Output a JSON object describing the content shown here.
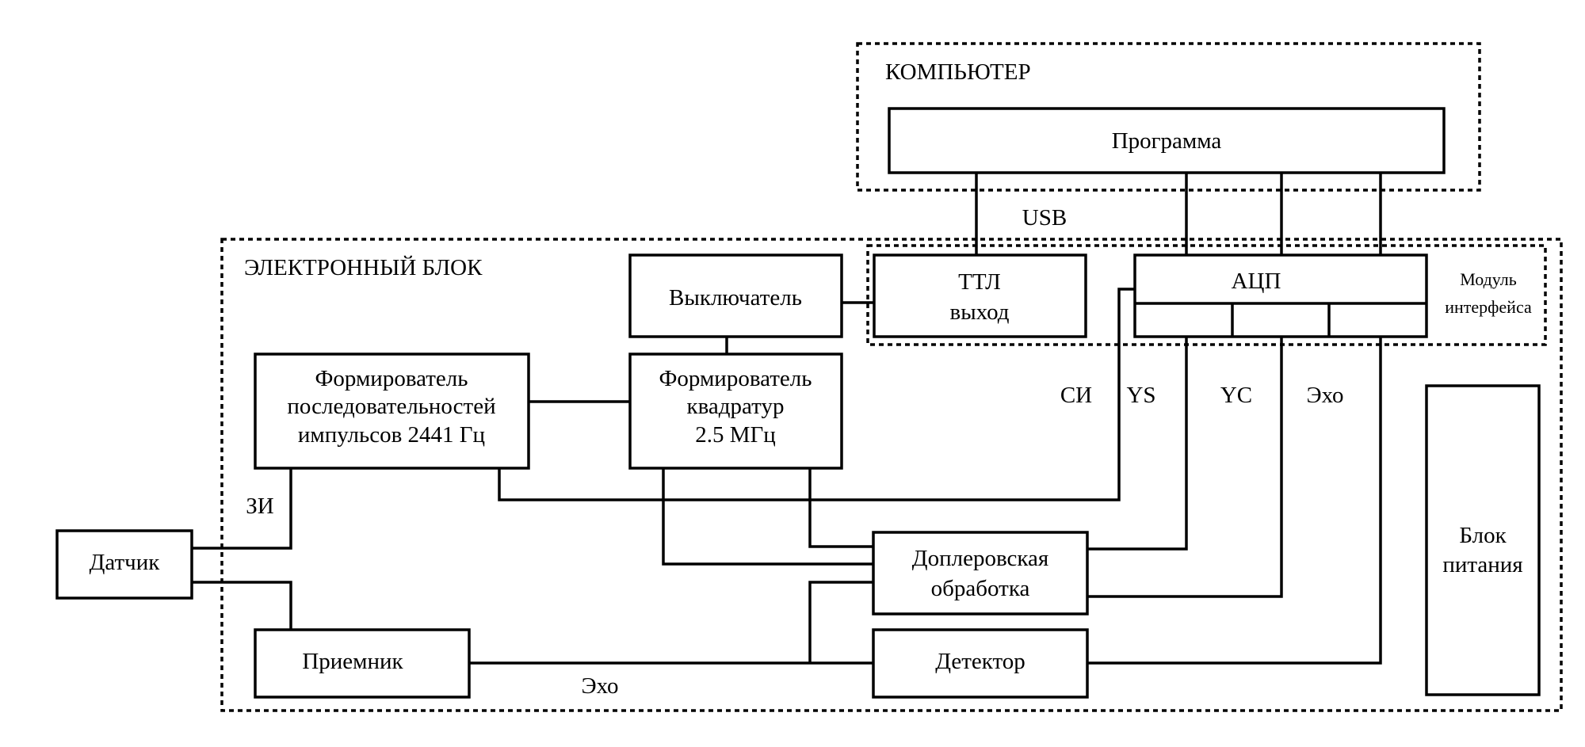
{
  "groups": {
    "computer": "КОМПЬЮТЕР",
    "electronic_block": "ЭЛЕКТРОННЫЙ БЛОК",
    "interface_module": [
      "Модуль",
      "интерфейса"
    ]
  },
  "blocks": {
    "program": "Программа",
    "switch": "Выключатель",
    "ttl_output": [
      "ТТЛ",
      "выход"
    ],
    "adc": "АЦП",
    "pulse_seq_former": [
      "Формирователь",
      "последовательностей",
      "импульсов 2441 Гц"
    ],
    "quadrature_former": [
      "Формирователь",
      "квадратур",
      "2.5 МГц"
    ],
    "sensor": "Датчик",
    "doppler_processing": [
      "Доплеровская",
      "обработка"
    ],
    "receiver": "Приемник",
    "detector": "Детектор",
    "power_supply": [
      "Блок",
      "питания"
    ]
  },
  "signals": {
    "usb": "USB",
    "si": "СИ",
    "ys": "YS",
    "yc": "YC",
    "echo_top": "Эхо",
    "zi": "ЗИ",
    "echo_bottom": "Эхо"
  }
}
